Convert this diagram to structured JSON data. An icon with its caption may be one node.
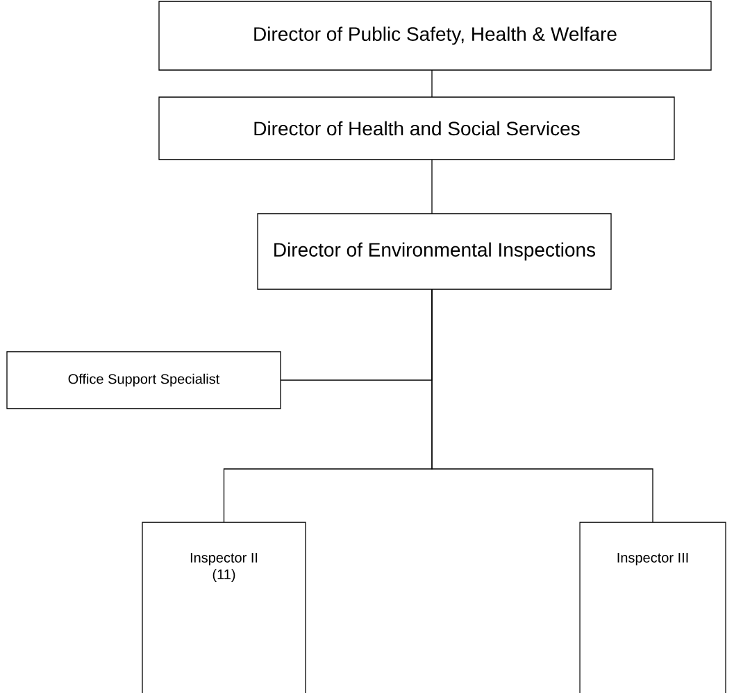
{
  "diagram": {
    "nodes": [
      {
        "text": [
          "Director of Public Safety, Health & Welfare"
        ]
      },
      {
        "text": [
          "Director of Health and Social Services"
        ]
      },
      {
        "text": [
          "Director of Environmental Inspections"
        ]
      },
      {
        "text": [
          "Office Support Specialist"
        ]
      },
      {
        "text": [
          "Inspector II (11)"
        ]
      },
      {
        "text": [
          "Inspector III"
        ]
      }
    ],
    "edges": [
      {
        "from": 0,
        "to": 1,
        "arrow": "none"
      },
      {
        "from": 1,
        "to": 2,
        "arrow": "none"
      },
      {
        "from": 2,
        "to": 3,
        "arrow": "none"
      },
      {
        "from": 2,
        "to": 4,
        "arrow": "none"
      },
      {
        "from": 2,
        "to": 5,
        "arrow": "none"
      }
    ]
  }
}
